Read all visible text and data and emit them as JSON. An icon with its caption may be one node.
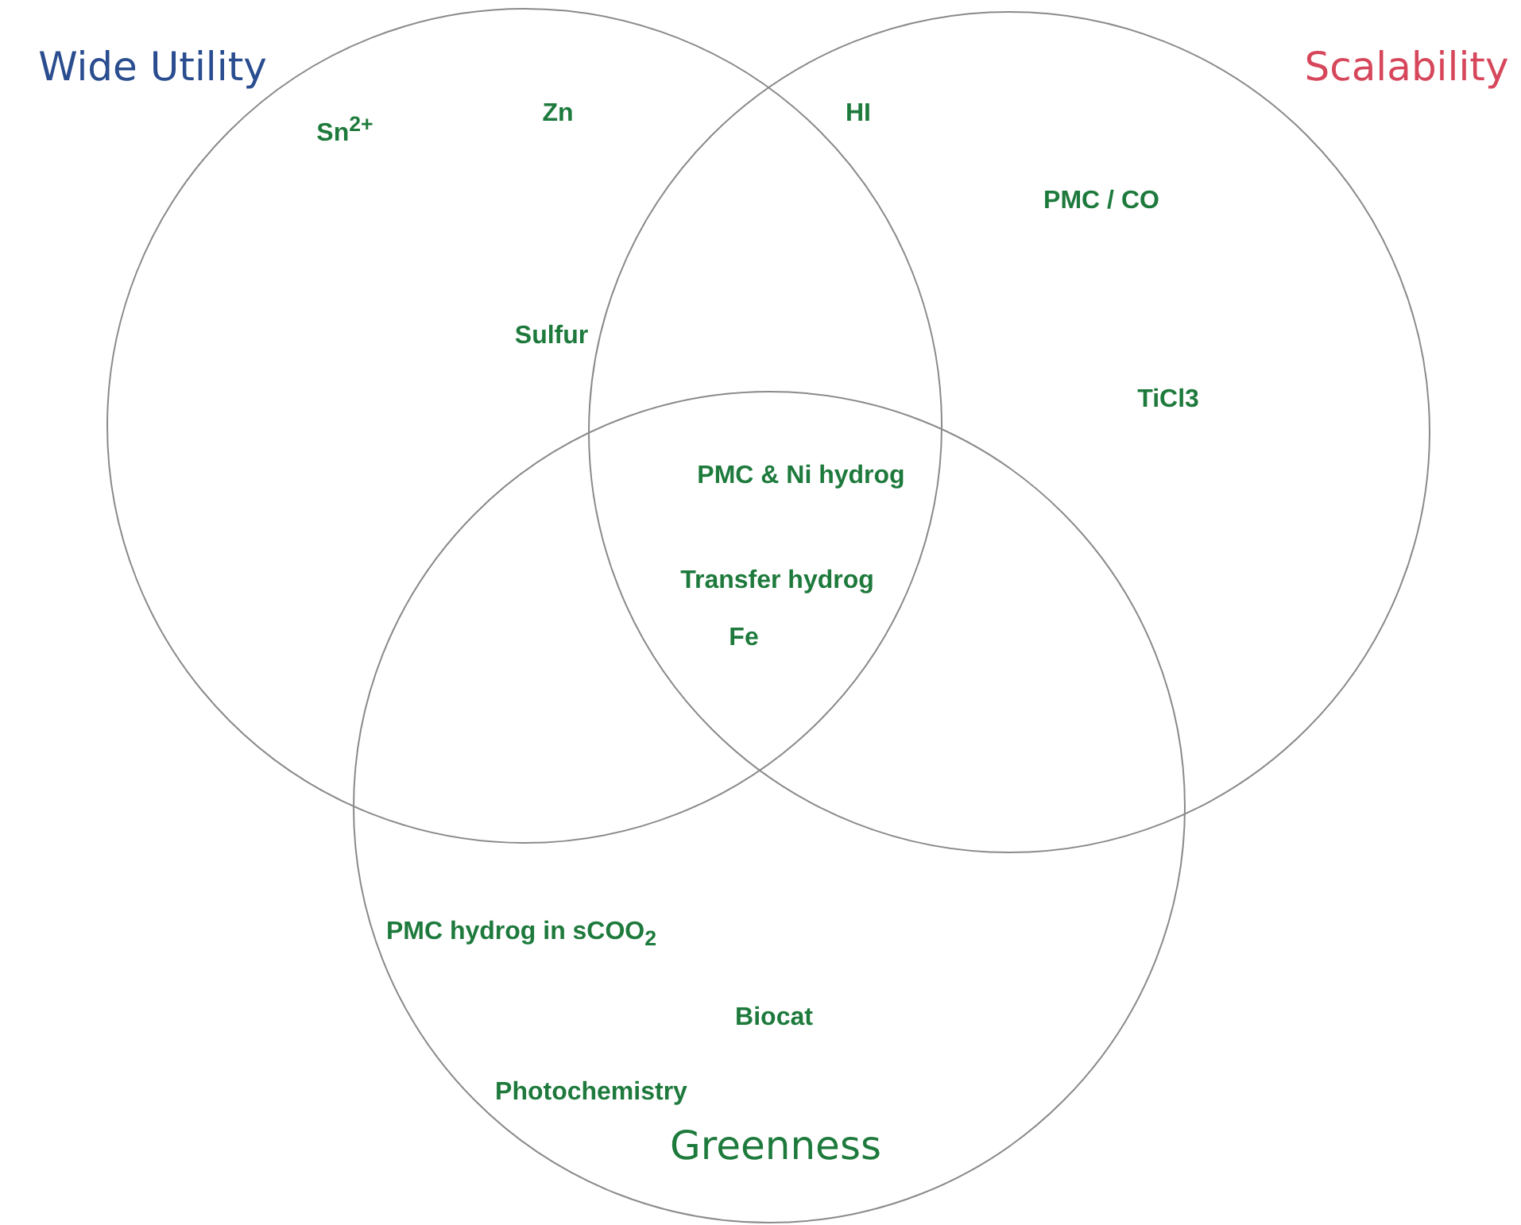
{
  "diagram": {
    "nodes": [
      {
        "text": [
          "Wide Utility"
        ]
      },
      {
        "text": [
          "Scalability"
        ]
      },
      {
        "text": [
          "Greenness"
        ]
      }
    ],
    "edges": [],
    "labels": [
      "Sn$^{2+}$",
      "Zn",
      "HI",
      "PMC / CO",
      "Sulfur",
      "TiCl3",
      "PMC & Ni hydrog",
      "Transfer hydrog",
      "Fe",
      "PMC hydrog in sCOO$_{2}$",
      "Biocat",
      "Photochemistry"
    ]
  }
}
